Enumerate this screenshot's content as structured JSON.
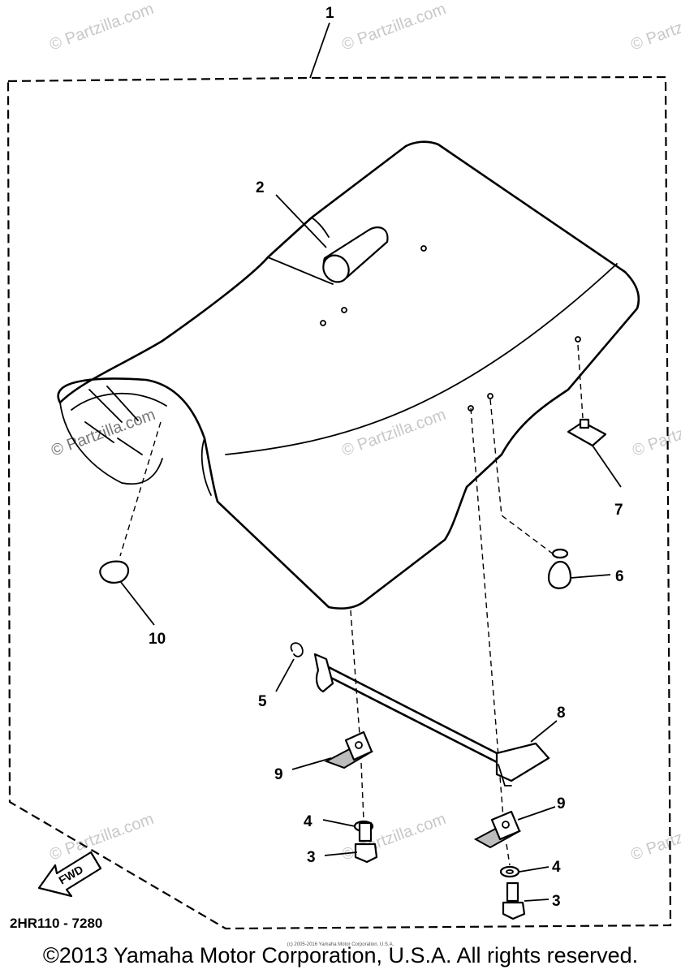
{
  "watermark": "© Partzilla.com",
  "callouts": [
    {
      "id": "1",
      "text": "1"
    },
    {
      "id": "2",
      "text": "2"
    },
    {
      "id": "3a",
      "text": "3"
    },
    {
      "id": "3b",
      "text": "3"
    },
    {
      "id": "4a",
      "text": "4"
    },
    {
      "id": "4b",
      "text": "4"
    },
    {
      "id": "5",
      "text": "5"
    },
    {
      "id": "6",
      "text": "6"
    },
    {
      "id": "7",
      "text": "7"
    },
    {
      "id": "8",
      "text": "8"
    },
    {
      "id": "9a",
      "text": "9"
    },
    {
      "id": "9b",
      "text": "9"
    },
    {
      "id": "10",
      "text": "10"
    }
  ],
  "fwd_label": "FWD",
  "diagram_code": "2HR110 - 7280",
  "copyright": "©2013 Yamaha Motor Corporation, U.S.A. All rights reserved.",
  "fine_print": "(c) 2005-2016 Yamaha Motor Corporation, U.S.A."
}
